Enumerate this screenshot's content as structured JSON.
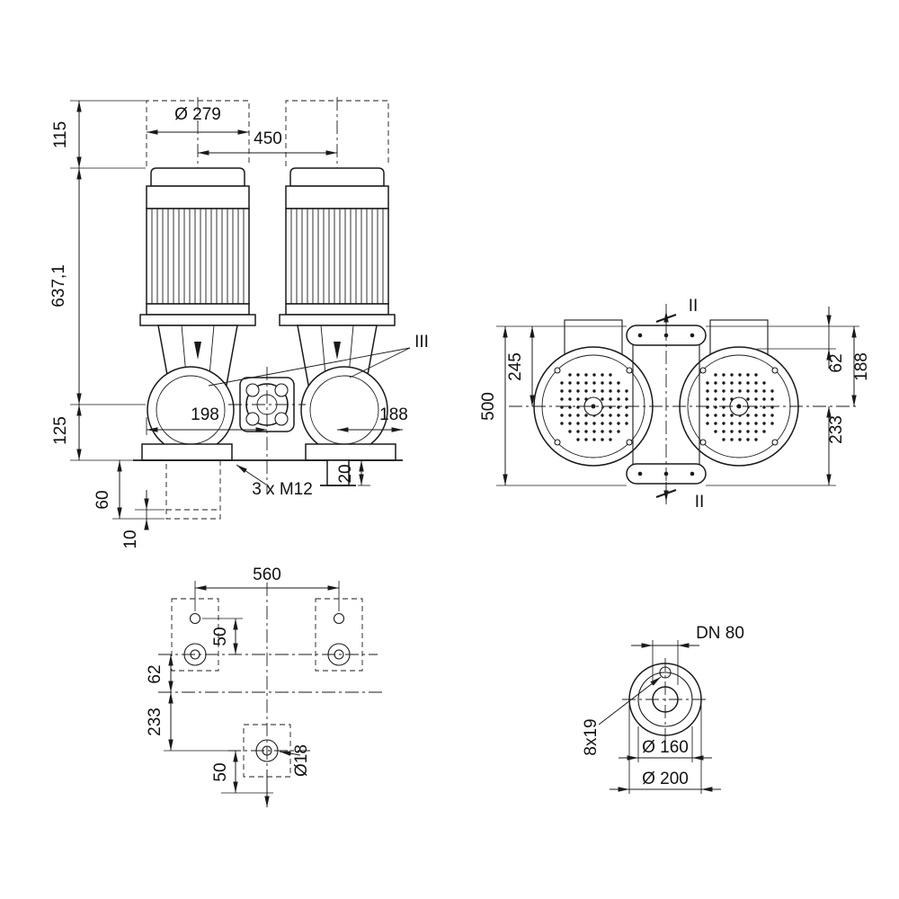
{
  "colors": {
    "line": "#1a1a1a",
    "terminal_box_fill": "#f4f1e6"
  },
  "front_view": {
    "motor_diameter": "Ø 279",
    "motor_spacing": "450",
    "dismantling_height": "115",
    "overall_height": "637,1",
    "base_to_axis": "125",
    "axis_to_left": "198",
    "axis_to_right": "188",
    "detail_mark": "III",
    "foundation_depth": "60",
    "grout_thickness": "10",
    "anchor_bolts": "3 x M12",
    "drain_offset": "20"
  },
  "top_view": {
    "axis_to_flange": "245",
    "overall_depth": "500",
    "cover_offset": "62",
    "flange_offset": "188",
    "rear_offset": "233",
    "section_mark_top": "II",
    "section_mark_bottom": "II"
  },
  "plan_view": {
    "bolt_spacing": "560",
    "upper_bolt_offset": "50",
    "axis_offset": "62",
    "rear_bolt_offset": "233",
    "lower_bolt_offset": "50",
    "hole_diameter": "Ø18"
  },
  "flange_view": {
    "nominal_diameter": "DN 80",
    "bolt_holes": "8x19",
    "bolt_circle_diameter": "Ø 160",
    "outer_diameter": "Ø 200"
  }
}
